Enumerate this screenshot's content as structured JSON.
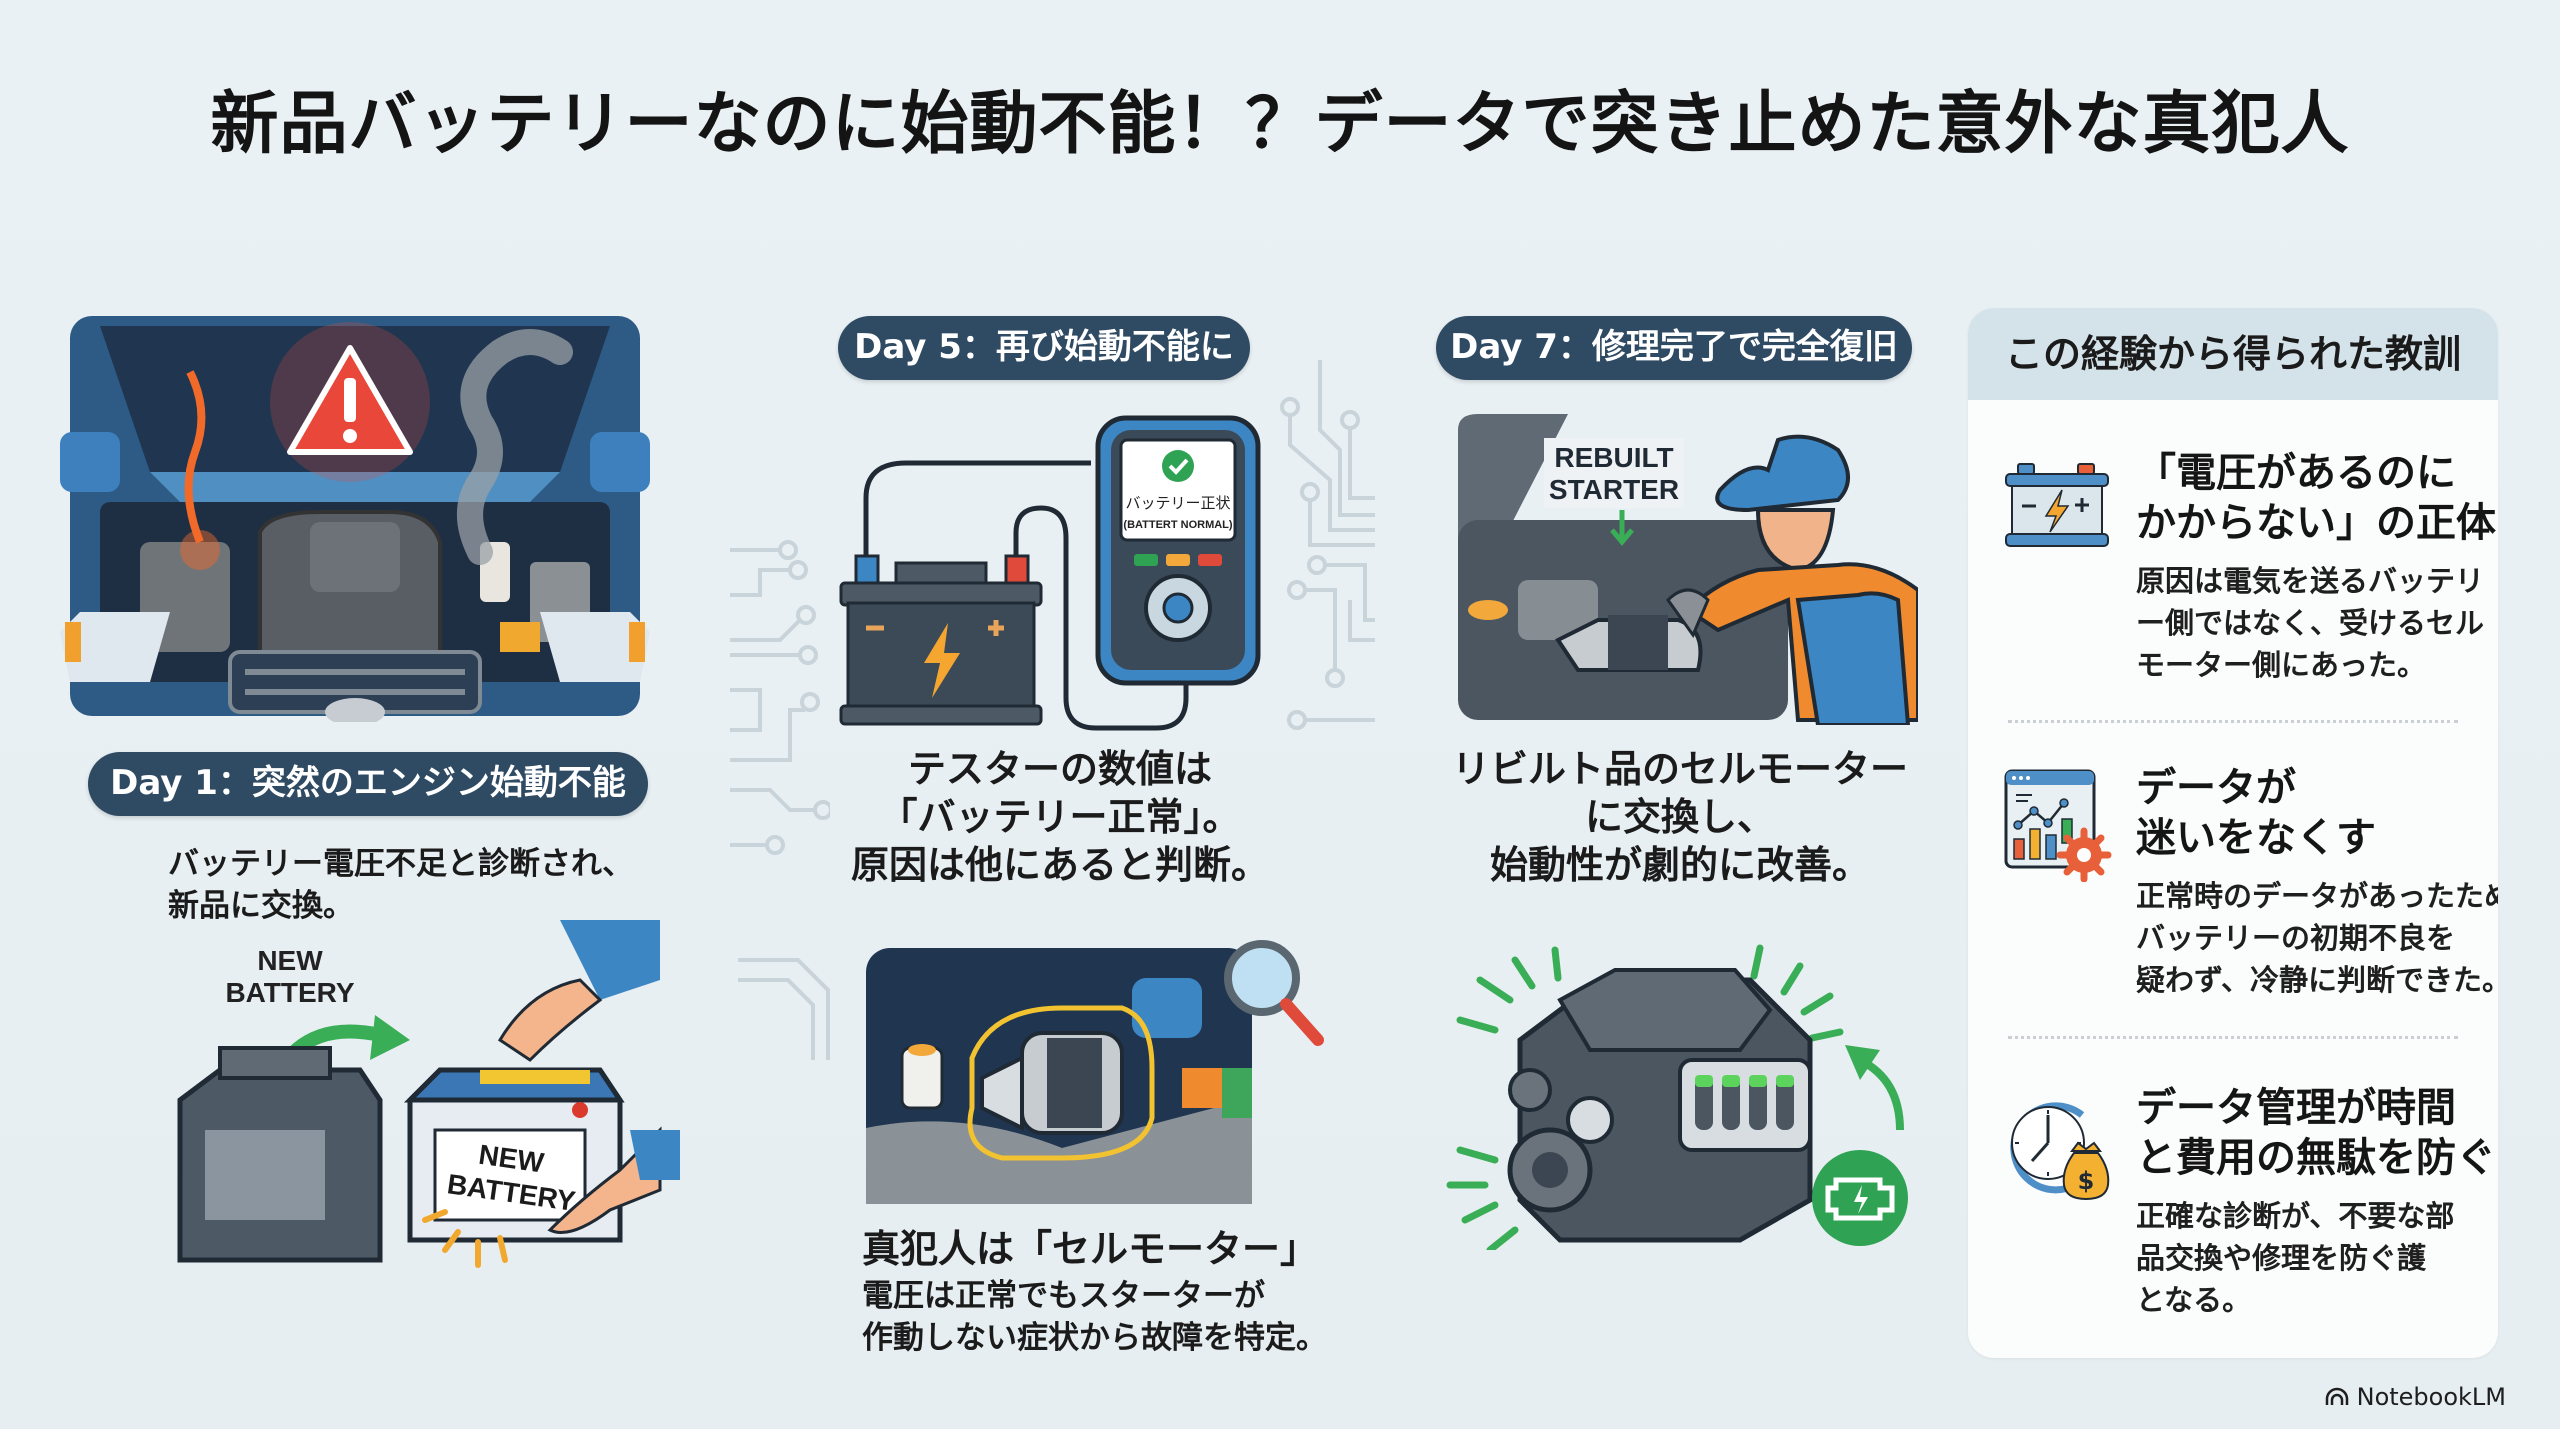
{
  "title": "新品バッテリーなのに始動不能！？データで突き止めた意外な真犯人",
  "colors": {
    "background": "#e9f0f3",
    "pill": "#2f4a63",
    "accent_blue": "#3d86c4",
    "accent_green": "#3aa656",
    "accent_red": "#e04a3a",
    "accent_orange": "#f0892e",
    "lessons_header": "#d4e3ea"
  },
  "timeline": [
    {
      "day_label": "Day 1：突然のエンジン始動不能",
      "illustration": "car-engine-warning",
      "caption_lines": [
        "バッテリー電圧不足と診断され、",
        "新品に交換。"
      ],
      "sub_illustration": "battery-replacement",
      "sub_labels": {
        "arrow_label_line1": "NEW",
        "arrow_label_line2": "BATTERY",
        "battery_label_line1": "NEW",
        "battery_label_line2": "BATTERY"
      }
    },
    {
      "day_label": "Day 5：再び始動不能に",
      "illustration": "battery-tester",
      "tester_screen": {
        "line1": "バッテリー正状",
        "line2": "(BATTERT NORMAL)"
      },
      "caption_lines": [
        "テスターの数値は",
        "「バッテリー正常」。",
        "原因は他にあると判断。"
      ],
      "sub_illustration": "starter-motor-inspection",
      "finding_title": "真犯人は「セルモーター」",
      "finding_lines": [
        "電圧は正常でもスターターが",
        "作動しない症状から故障を特定。"
      ]
    },
    {
      "day_label": "Day 7：修理完了で完全復旧",
      "illustration": "mechanic-rebuilt-starter",
      "illustration_label": {
        "line1": "REBUILT",
        "line2": "STARTER"
      },
      "caption_lines": [
        "リビルト品のセルモーター",
        "に交換し、",
        "始動性が劇的に改善。"
      ],
      "sub_illustration": "engine-running"
    }
  ],
  "lessons": {
    "header": "この経験から得られた教訓",
    "items": [
      {
        "icon": "battery-icon",
        "title_lines": [
          "「電圧があるのに",
          "かからない」の正体"
        ],
        "body_lines": [
          "原因は電気を送るバッテリ",
          "ー側ではなく、受けるセル",
          "モーター側にあった。"
        ]
      },
      {
        "icon": "data-chart-gear-icon",
        "title_lines": [
          "データが",
          "迷いをなくす"
        ],
        "body_lines": [
          "正常時のデータがあったため、",
          "バッテリーの初期不良を",
          "疑わず、冷静に判断できた。"
        ]
      },
      {
        "icon": "clock-money-icon",
        "title_lines": [
          "データ管理が時間",
          "と費用の無駄を防ぐ"
        ],
        "body_lines": [
          "正確な診断が、不要な部",
          "品交換や修理を防ぐ護",
          "となる。"
        ]
      }
    ]
  },
  "brand": "NotebookLM"
}
